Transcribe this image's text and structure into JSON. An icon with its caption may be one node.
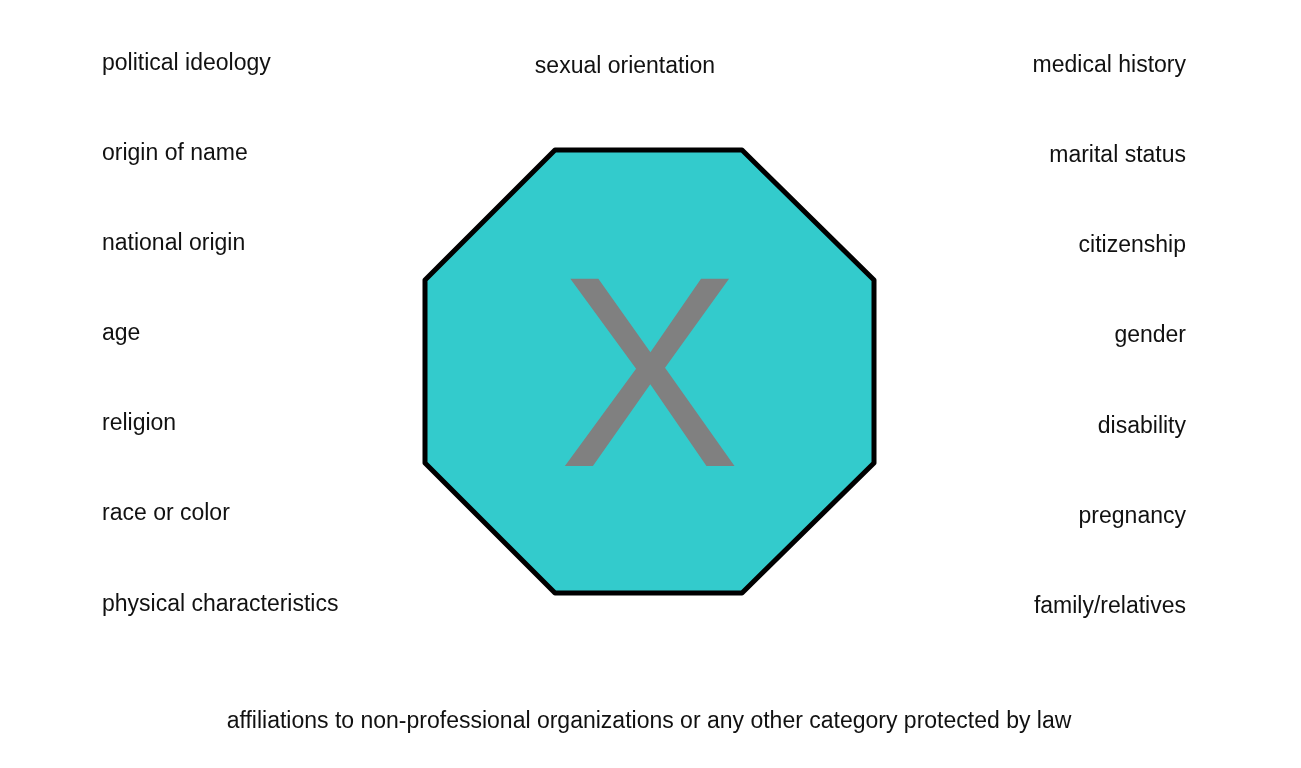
{
  "diagram": {
    "nodes": [
      {
        "text": [
          "X"
        ]
      }
    ],
    "labels": [
      "political ideology",
      "sexual orientation",
      "medical history",
      "origin of name",
      "marital status",
      "national origin",
      "citizenship",
      "age",
      "gender",
      "religion",
      "disability",
      "race or color",
      "pregnancy",
      "physical characteristics",
      "family/relatives",
      "affiliations to non-professional organizations or any other category protected by law"
    ]
  }
}
